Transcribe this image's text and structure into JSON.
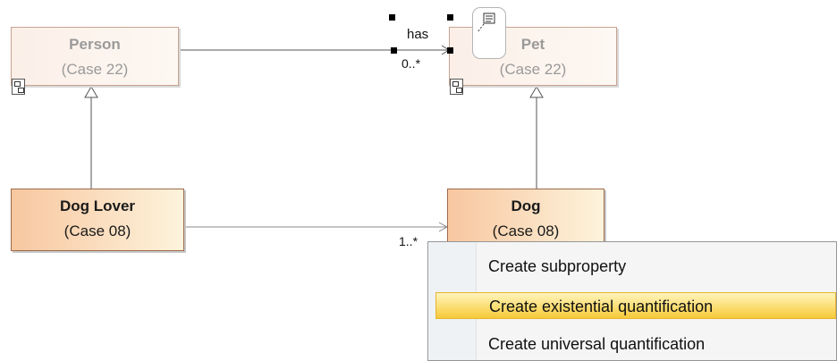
{
  "classes": {
    "person": {
      "name": "Person",
      "stereotype": "(Case 22)"
    },
    "pet": {
      "name": "Pet",
      "stereotype": "(Case 22)"
    },
    "dog_lover": {
      "name": "Dog Lover",
      "stereotype": "(Case 08)"
    },
    "dog": {
      "name": "Dog",
      "stereotype": "(Case 08)"
    }
  },
  "associations": {
    "has": {
      "name": "has",
      "multiplicity": "0..*"
    },
    "dog_lover_dog": {
      "multiplicity": "1..*"
    }
  },
  "icons": {
    "subdiagram": "subdiagram-icon",
    "note": "note-icon"
  },
  "context_menu": {
    "items": [
      {
        "label": "Create subproperty",
        "highlighted": false
      },
      {
        "label": "Create existential quantification",
        "highlighted": true
      },
      {
        "label": "Create universal quantification",
        "highlighted": false
      }
    ]
  },
  "colors": {
    "highlight": "#f6c93a",
    "strong_class_fill": "#f8c7a0",
    "pale_class_fill": "#fbefe8"
  }
}
